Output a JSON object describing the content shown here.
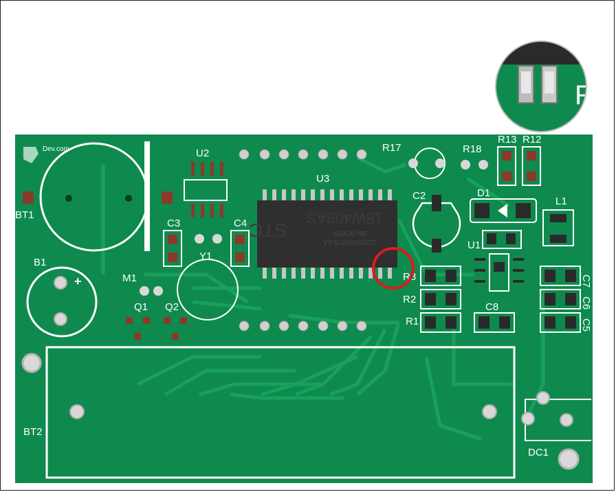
{
  "board": {
    "labels": {
      "BT1": "BT1",
      "B1": "B1",
      "M1": "M1",
      "Q1": "Q1",
      "Q2": "Q2",
      "U2": "U2",
      "C3": "C3",
      "C4": "C4",
      "Y1": "Y1",
      "U3": "U3",
      "R17": "R17",
      "R18": "R18",
      "R13": "R13",
      "R12": "R12",
      "C2": "C2",
      "D1": "D1",
      "L1": "L1",
      "U1": "U1",
      "R3": "R3",
      "R2": "R2",
      "R1": "R1",
      "C8": "C8",
      "C7": "C7",
      "C6": "C6",
      "C5": "C5",
      "BT2": "BT2",
      "DC1": "DC1",
      "plus": "+"
    },
    "chip": {
      "brand": "STC",
      "line1": "2203H3GR75.XA",
      "line2": "35I-SOP28",
      "model": "15W408AS"
    },
    "inset_label": "R",
    "logo_text": "Dev.com"
  },
  "colors": {
    "pcb": "#0f8a4e",
    "trace": "#169a58",
    "silkscreen": "#ffffff",
    "highlight": "#e0191f",
    "chip": "#2f2f2f"
  }
}
